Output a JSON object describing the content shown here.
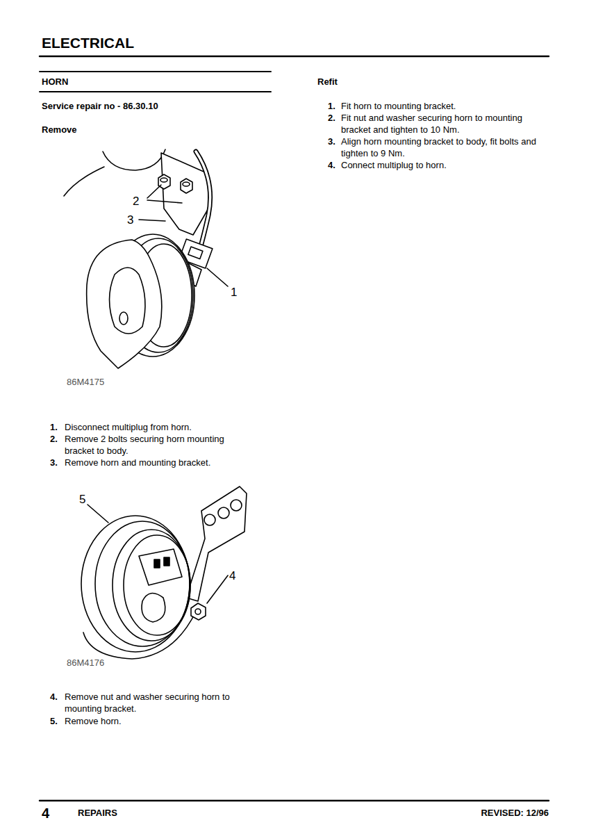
{
  "diagram": {
    "title": "ELECTRICAL",
    "labels": [
      "HORN",
      "Service repair no - 86.30.10",
      "Remove",
      "2",
      "3",
      "1",
      "86M4175",
      "1.",
      "Disconnect multiplug from horn.",
      "2.",
      "Remove 2 bolts securing horn mounting bracket to body.",
      "3.",
      "Remove horn and mounting bracket.",
      "5",
      "4",
      "86M4176",
      "4.",
      "Remove nut and washer securing horn to mounting bracket.",
      "5.",
      "Remove horn.",
      "Refit",
      "1.",
      "Fit horn to mounting bracket.",
      "2.",
      "Fit nut and washer securing horn to mounting bracket and tighten to 10 Nm.",
      "3.",
      "Align horn mounting bracket to body, fit bolts and tighten to 9 Nm.",
      "4.",
      "Connect multiplug to horn.",
      "4",
      "REPAIRS",
      "REVISED: 12/96"
    ]
  }
}
